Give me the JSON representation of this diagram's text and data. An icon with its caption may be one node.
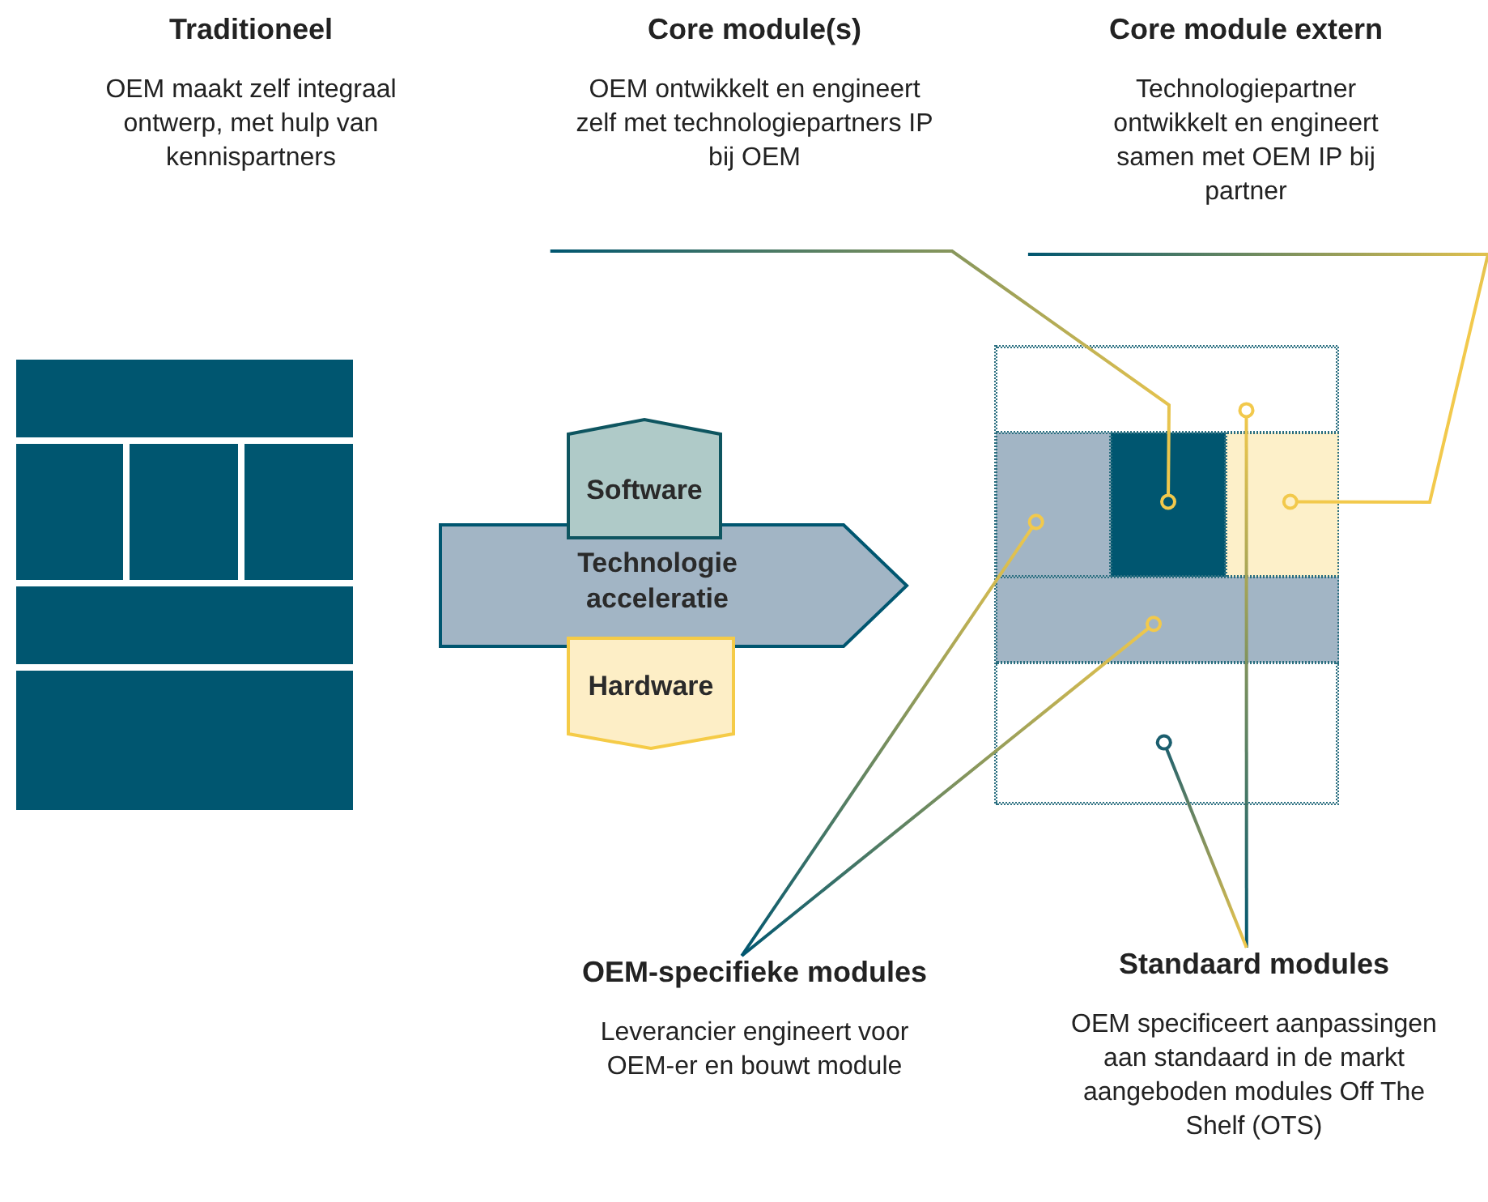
{
  "diagram": {
    "nodes": [
      {
        "text": [
          "Traditioneel",
          "OEM maakt zelf integraal ontwerp, met hulp van kennispartners"
        ]
      },
      {
        "text": [
          "Core module(s)",
          "OEM ontwikkelt en engineert zelf met technologiepartners IP bij OEM"
        ]
      },
      {
        "text": [
          "Core module extern",
          "Technologiepartner ontwikkelt en engineert samen met OEM IP bij partner"
        ]
      },
      {
        "text": [],
        "shape": "box"
      },
      {
        "text": [
          "Software"
        ]
      },
      {
        "text": [
          "Technologie acceleratie"
        ]
      },
      {
        "text": [
          "Hardware"
        ]
      },
      {
        "text": [],
        "shape": "box"
      },
      {
        "text": [],
        "shape": "box",
        "in": 7
      },
      {
        "text": [],
        "shape": "box",
        "in": 7
      },
      {
        "text": [],
        "shape": "box",
        "in": 7
      },
      {
        "text": [],
        "shape": "box",
        "in": 7
      },
      {
        "text": [],
        "shape": "box",
        "in": 7
      },
      {
        "text": [],
        "shape": "box",
        "in": 7
      },
      {
        "text": [
          "OEM-specifieke modules",
          "Leverancier engineert voor OEM-er en bouwt module"
        ]
      },
      {
        "text": [
          "Standaard modules",
          "OEM specificeert aanpassingen aan standaard in de markt aangeboden modules Off The Shelf (OTS)"
        ]
      }
    ],
    "edges": [
      {
        "from": 1,
        "to": 10,
        "arrow": "other"
      },
      {
        "from": 2,
        "to": 11,
        "arrow": "other"
      },
      {
        "from": 14,
        "to": 9,
        "arrow": "other"
      },
      {
        "from": 14,
        "to": 12,
        "arrow": "other"
      },
      {
        "from": 15,
        "to": 8,
        "arrow": "other"
      },
      {
        "from": 15,
        "to": 13,
        "arrow": "other",
        "color": "#1b5e6e"
      }
    ]
  }
}
